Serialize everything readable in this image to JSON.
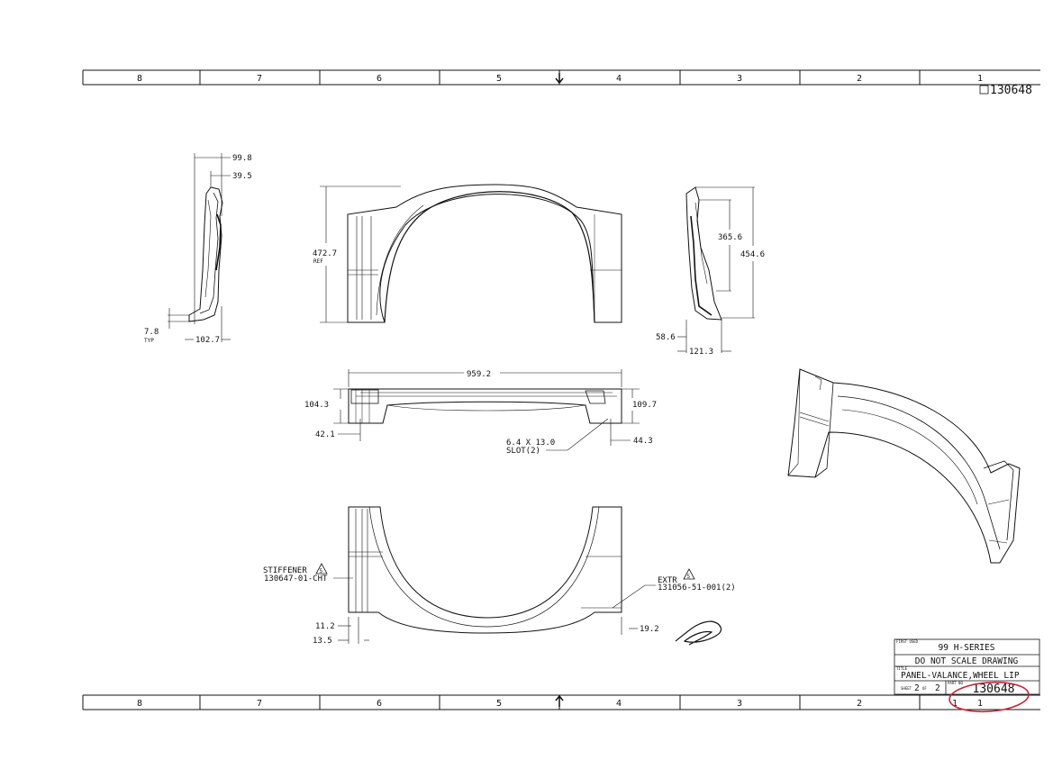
{
  "zones": [
    "8",
    "7",
    "6",
    "5",
    "4",
    "3",
    "2",
    "1"
  ],
  "corner_part_number": "130648",
  "views": {
    "side_left": {
      "dim_overall_width": "99.8",
      "dim_top_width": "39.5",
      "dim_flange": "7.8",
      "dim_flange_note": "TYP",
      "dim_bottom_width": "102.7"
    },
    "front": {
      "dim_height": "472.7",
      "dim_height_note": "REF"
    },
    "side_right": {
      "dim_inner_height": "365.6",
      "dim_overall_height": "454.6",
      "dim_inner_width": "58.6",
      "dim_overall_width": "121.3"
    },
    "top": {
      "dim_length": "959.2",
      "dim_left_height": "104.3",
      "dim_right_height": "109.7",
      "dim_left_offset": "42.1",
      "dim_right_offset": "44.3",
      "slot_size": "6.4 X 13.0",
      "slot_note": "SLOT(2)"
    },
    "bottom": {
      "stiffener_label": "STIFFENER",
      "stiffener_flag": "5",
      "stiffener_part": "130647-01-CHT",
      "extr_label": "EXTR",
      "extr_flag": "5",
      "extr_part": "131056-51-001(2)",
      "dim_inner_wall": "11.2",
      "dim_outer_wall": "13.5",
      "dim_right_wall": "19.2"
    }
  },
  "title_block": {
    "first_used_caption": "FIRST USED",
    "first_used": "99 H-SERIES",
    "note": "DO NOT SCALE DRAWING",
    "title_caption": "TITLE",
    "title": "PANEL-VALANCE,WHEEL LIP",
    "sheet_word": "SHEET",
    "sheet_number": "2",
    "sheet_of": "OF",
    "sheet_total": "2",
    "part_no_caption": "PART NO",
    "part_number": "130648",
    "rev": "1"
  },
  "colors": {
    "ink": "#111111",
    "markup_circle": "#c62838"
  }
}
